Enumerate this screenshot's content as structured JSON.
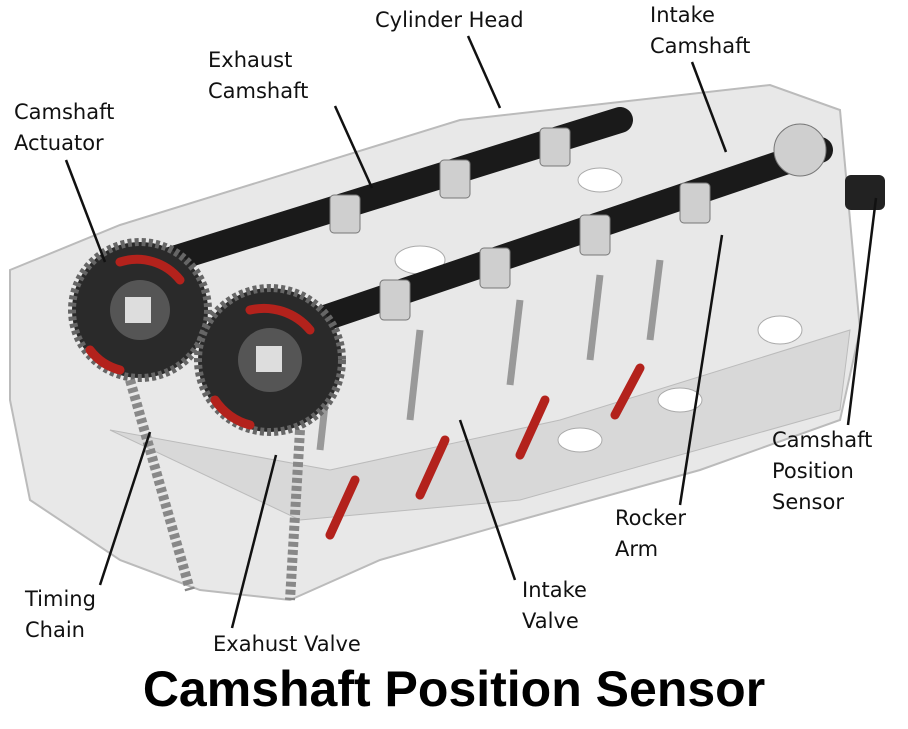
{
  "title": "Camshaft Position Sensor",
  "labels": {
    "cylinder_head": "Cylinder Head",
    "intake_camshaft": "Intake\nCamshaft",
    "exhaust_camshaft": "Exhaust\nCamshaft",
    "camshaft_actuator": "Camshaft\nActuator",
    "camshaft_position_sensor": "Camshaft\nPosition\nSensor",
    "rocker_arm": "Rocker\nArm",
    "intake_valve": "Intake\nValve",
    "exhaust_valve": "Exahust Valve",
    "timing_chain": "Timing\nChain"
  },
  "colors": {
    "arrow": "#b3221c",
    "camshaft": "#1a1a1a",
    "block": "#e6e6e6"
  }
}
